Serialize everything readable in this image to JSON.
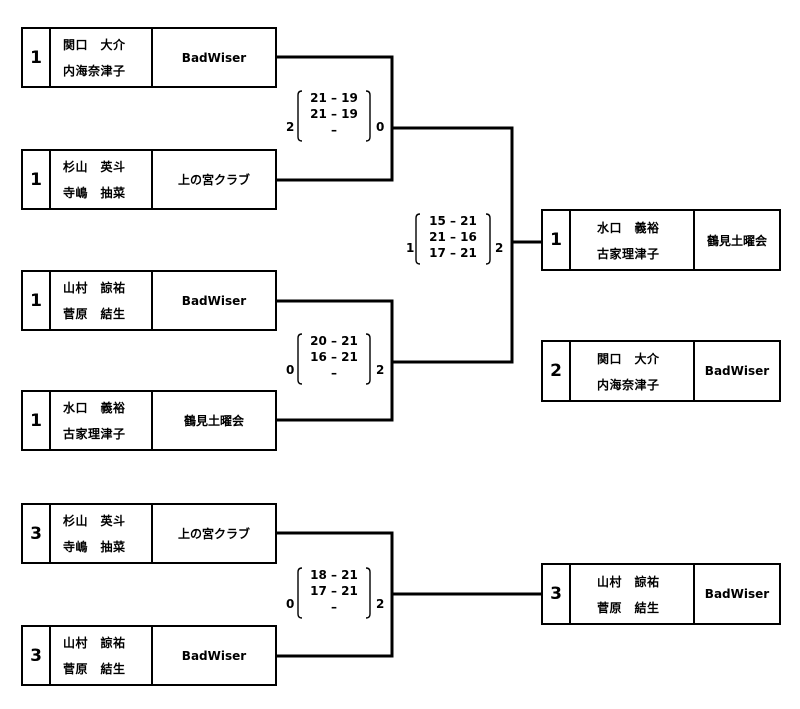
{
  "entries": [
    {
      "seed": "1",
      "player1": "関口　大介",
      "player2": "内海奈津子",
      "club": "BadWiser"
    },
    {
      "seed": "1",
      "player1": "杉山　英斗",
      "player2": "寺嶋　抽菜",
      "club": "上の宮クラブ"
    },
    {
      "seed": "1",
      "player1": "山村　諒祐",
      "player2": "菅原　結生",
      "club": "BadWiser"
    },
    {
      "seed": "1",
      "player1": "水口　義裕",
      "player2": "古家理津子",
      "club": "鶴見土曜会"
    },
    {
      "seed": "3",
      "player1": "杉山　英斗",
      "player2": "寺嶋　抽菜",
      "club": "上の宮クラブ"
    },
    {
      "seed": "3",
      "player1": "山村　諒祐",
      "player2": "菅原　結生",
      "club": "BadWiser"
    },
    {
      "seed": "1",
      "player1": "水口　義裕",
      "player2": "古家理津子",
      "club": "鶴見土曜会"
    },
    {
      "seed": "2",
      "player1": "関口　大介",
      "player2": "内海奈津子",
      "club": "BadWiser"
    },
    {
      "seed": "3",
      "player1": "山村　諒祐",
      "player2": "菅原　結生",
      "club": "BadWiser"
    }
  ],
  "matches": [
    {
      "left": "2",
      "right": "0",
      "games": [
        "21 – 19",
        "21 – 19",
        "–"
      ]
    },
    {
      "left": "0",
      "right": "2",
      "games": [
        "20 – 21",
        "16 – 21",
        "–"
      ]
    },
    {
      "left": "1",
      "right": "2",
      "games": [
        "15 – 21",
        "21 – 16",
        "17 – 21"
      ]
    },
    {
      "left": "0",
      "right": "2",
      "games": [
        "18 – 21",
        "17 – 21",
        "–"
      ]
    }
  ]
}
